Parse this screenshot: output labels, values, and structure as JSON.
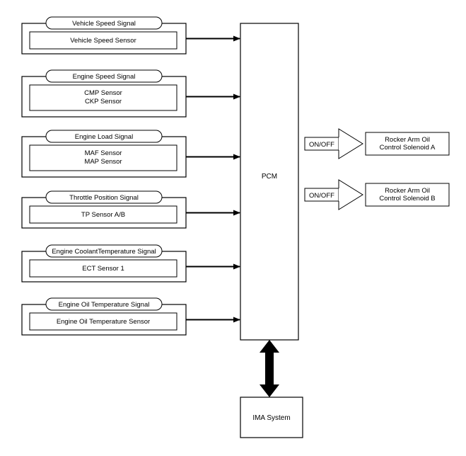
{
  "signals": [
    {
      "label": "Vehicle Speed Signal",
      "sensors": [
        "Vehicle Speed Sensor"
      ]
    },
    {
      "label": "Engine Speed Signal",
      "sensors": [
        "CMP Sensor",
        "CKP Sensor"
      ]
    },
    {
      "label": "Engine Load Signal",
      "sensors": [
        "MAF Sensor",
        "MAP Sensor"
      ]
    },
    {
      "label": "Throttle Position Signal",
      "sensors": [
        "TP Sensor A/B"
      ]
    },
    {
      "label": "Engine CoolantTemperature Signal",
      "sensors": [
        "ECT Sensor 1"
      ]
    },
    {
      "label": "Engine Oil Temperature Signal",
      "sensors": [
        "Engine Oil Temperature Sensor"
      ]
    }
  ],
  "pcm": {
    "label": "PCM"
  },
  "outputs": [
    {
      "signal": "ON/OFF",
      "lines": [
        "Rocker Arm Oil",
        "Control Solenoid A"
      ]
    },
    {
      "signal": "ON/OFF",
      "lines": [
        "Rocker Arm Oil",
        "Control Solenoid B"
      ]
    }
  ],
  "ima": {
    "label": "IMA System"
  }
}
